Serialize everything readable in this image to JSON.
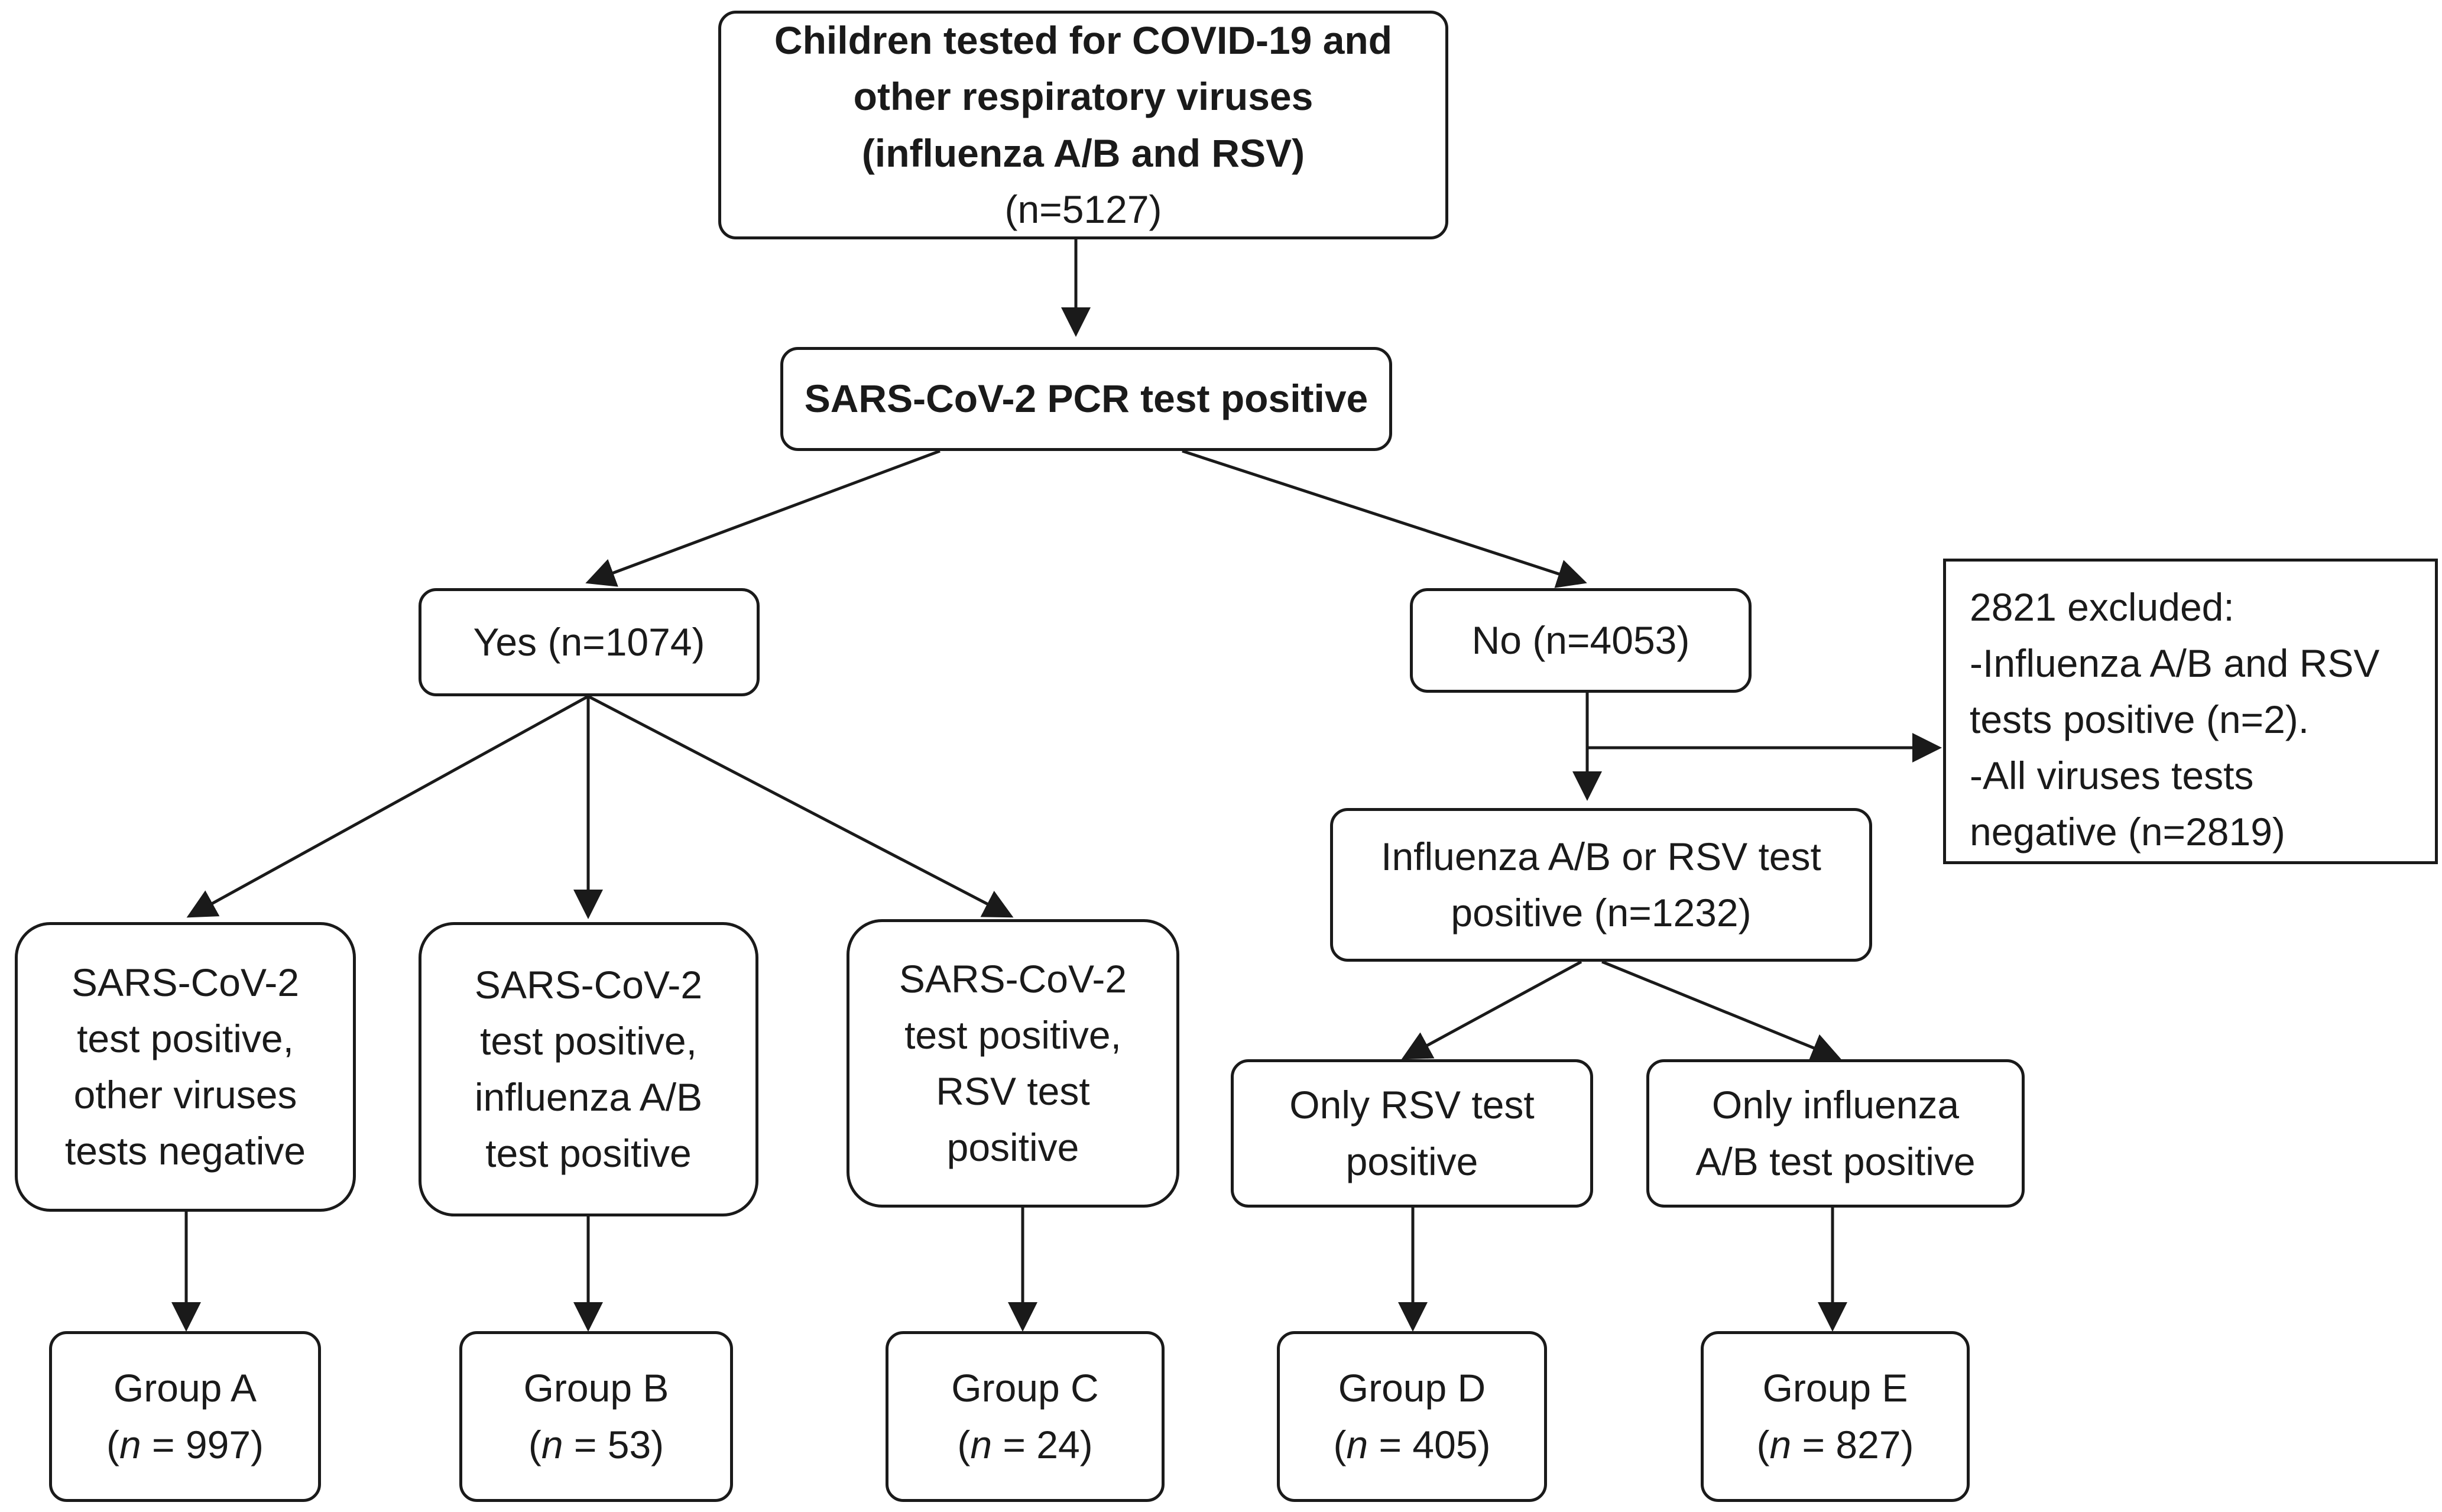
{
  "nodes": {
    "root": {
      "line1": "Children tested for COVID-19 and",
      "line2": "other respiratory viruses",
      "line3": "(influenza A/B and RSV)",
      "line4": "(n=5127)"
    },
    "pcr": {
      "line1": "SARS-CoV-2 PCR test positive"
    },
    "yes": {
      "line1": "Yes (n=1074)"
    },
    "no": {
      "line1": "No (n=4053)"
    },
    "excluded": {
      "line1": "2821 excluded:",
      "line2": "-Influenza A/B and RSV",
      "line3": "tests positive (n=2).",
      "line4": "-All viruses tests",
      "line5": "negative (n=2819)"
    },
    "flu_rsv": {
      "line1": "Influenza A/B or RSV  test",
      "line2": "positive (n=1232)"
    },
    "sars_only": {
      "line1": "SARS-CoV-2",
      "line2": "test positive,",
      "line3": "other viruses",
      "line4": "tests negative"
    },
    "sars_flu": {
      "line1": "SARS-CoV-2",
      "line2": "test positive,",
      "line3": "influenza A/B",
      "line4": "test positive"
    },
    "sars_rsv": {
      "line1": "SARS-CoV-2",
      "line2": "test positive,",
      "line3": "RSV test",
      "line4": "positive"
    },
    "only_rsv": {
      "line1": "Only RSV test",
      "line2": "positive"
    },
    "only_flu": {
      "line1": "Only influenza",
      "line2": "A/B test positive"
    },
    "group_a": {
      "label": "Group A",
      "n_prefix": "(",
      "n_var": "n",
      "n_value": " = 997)"
    },
    "group_b": {
      "label": "Group B",
      "n_prefix": "(",
      "n_var": "n",
      "n_value": " = 53)"
    },
    "group_c": {
      "label": "Group C",
      "n_prefix": "(",
      "n_var": "n",
      "n_value": " = 24)"
    },
    "group_d": {
      "label": "Group D",
      "n_prefix": "(",
      "n_var": "n",
      "n_value": " = 405)"
    },
    "group_e": {
      "label": "Group E",
      "n_prefix": "(",
      "n_var": "n",
      "n_value": " = 827)"
    }
  },
  "colors": {
    "stroke": "#1a1a1a",
    "background": "#ffffff"
  }
}
